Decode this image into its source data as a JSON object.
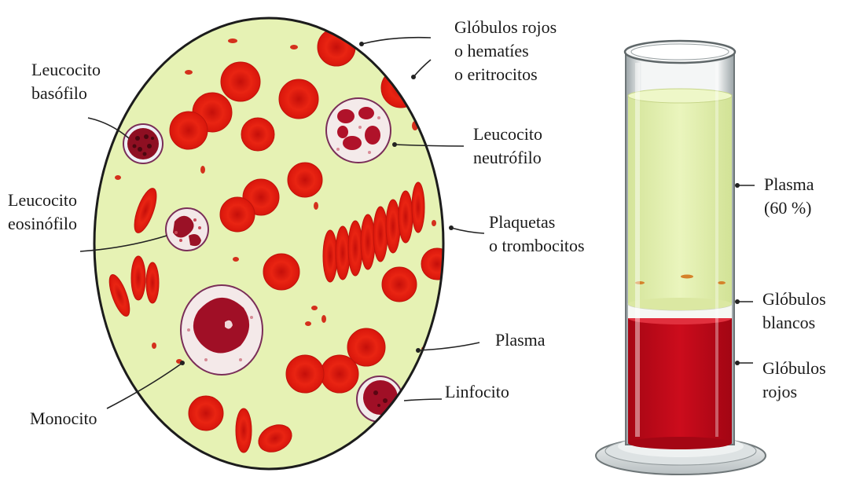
{
  "labels": {
    "basofilo": [
      "Leucocito",
      "basófilo"
    ],
    "eosinofilo": [
      "Leucocito",
      "eosinófilo"
    ],
    "monocito": "Monocito",
    "globulos_rojos": [
      "Glóbulos rojos",
      "o hematíes",
      "o eritrocitos"
    ],
    "neutrofilo": [
      "Leucocito",
      "neutrófilo"
    ],
    "plaquetas": [
      "Plaquetas",
      "o trombocitos"
    ],
    "plasma": "Plasma",
    "linfocito": "Linfocito"
  },
  "tube_labels": {
    "plasma": [
      "Plasma",
      "(60 %)"
    ],
    "blancos": [
      "Glóbulos",
      "blancos"
    ],
    "rojos": [
      "Glóbulos",
      "rojos"
    ]
  },
  "fractions": {
    "plasma": 0.6
  },
  "colors": {
    "plasma": "#e6f2b4",
    "red_cell": "#e41e0e",
    "red_cell_dark": "#b8120a",
    "wbc_nucleus": "#9c1024",
    "tube_blood": "#c4081a",
    "leader": "#222222"
  }
}
